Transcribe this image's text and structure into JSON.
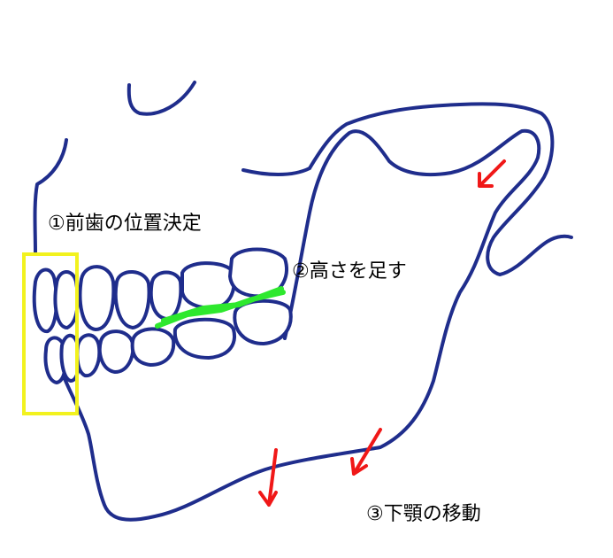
{
  "labels": {
    "step1": "①前歯の位置決定",
    "step2": "②高さを足す",
    "step3": "③下顎の移動"
  },
  "colors": {
    "outline": "#1f2d8c",
    "front_teeth_box": "#f2f21e",
    "occlusal_addition": "#2ee82e",
    "arrows": "#f01818"
  }
}
